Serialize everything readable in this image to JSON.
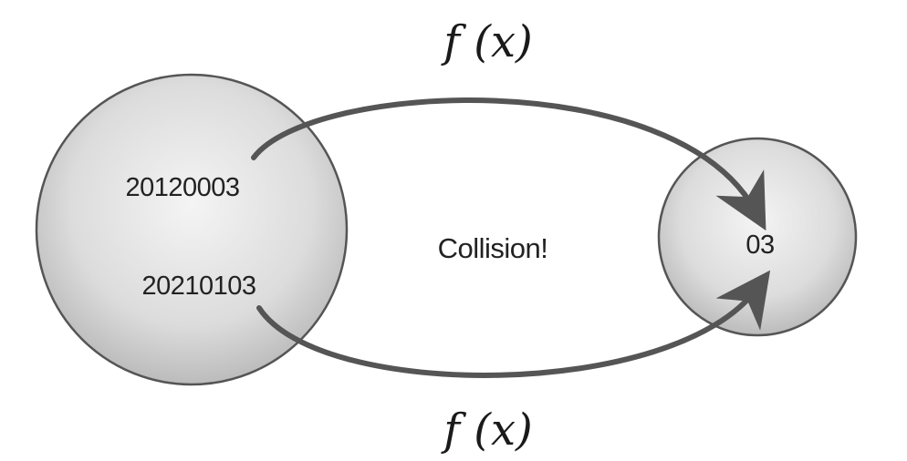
{
  "source_set": {
    "keys": [
      "20120003",
      "20210103"
    ]
  },
  "target_set": {
    "value": "03"
  },
  "mapping": {
    "top_function": "f (x)",
    "bottom_function": "f (x)"
  },
  "center_label": "Collision!",
  "colors": {
    "circle_fill_light": "#f4f4f4",
    "circle_fill_dark": "#b8b8b8",
    "circle_stroke": "#555555",
    "arrow": "#555555"
  }
}
